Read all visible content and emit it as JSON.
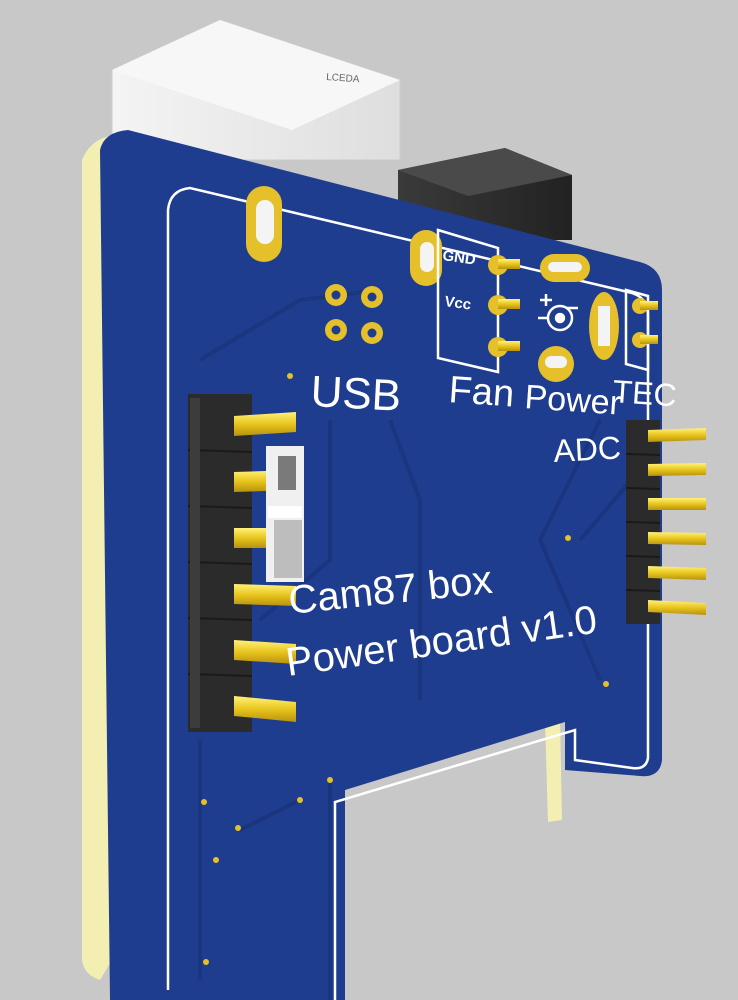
{
  "scene": {
    "background": "#c8c8c8",
    "board_color": "#1f3d8f",
    "board_edge_color": "#f3efb3",
    "pad_color": "#e5c02a",
    "silkscreen_color": "#ffffff"
  },
  "usb_connector": {
    "label": "LCEDA"
  },
  "silkscreen": {
    "usb": "USB",
    "gnd": "GND",
    "vcc": "Vcc",
    "fan": "Fan",
    "power": "Power",
    "tec": "TEC",
    "adc": "ADC",
    "polarity": "+ -",
    "title_line1": "Cam87 box",
    "title_line2": "Power board v1.0"
  },
  "icons": {
    "polarity_symbol": "dc-polarity-icon"
  }
}
